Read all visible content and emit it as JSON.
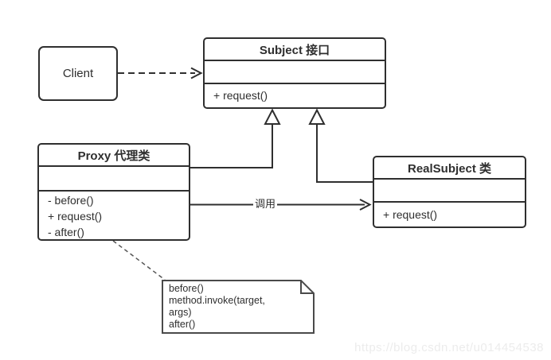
{
  "client": {
    "title": "Client"
  },
  "subject": {
    "title": "Subject 接口",
    "methods": [
      "+ request()"
    ]
  },
  "proxy": {
    "title": "Proxy 代理类",
    "methods": [
      "- before()",
      "+ request()",
      "- after()"
    ]
  },
  "realsubject": {
    "title": "RealSubject 类",
    "methods": [
      "+ request()"
    ]
  },
  "note": {
    "lines": [
      "before()",
      "method.invoke(target,",
      "args)",
      "after()"
    ]
  },
  "connectors": {
    "call_label": "调用"
  },
  "watermark": {
    "text": "https://blog.csdn.net/u014454538"
  },
  "colors": {
    "line": "#2f2f2f",
    "box_border": "#2f2f2f",
    "note_border": "#4a4a4a",
    "watermark": "#ececec",
    "background": "#ffffff"
  }
}
